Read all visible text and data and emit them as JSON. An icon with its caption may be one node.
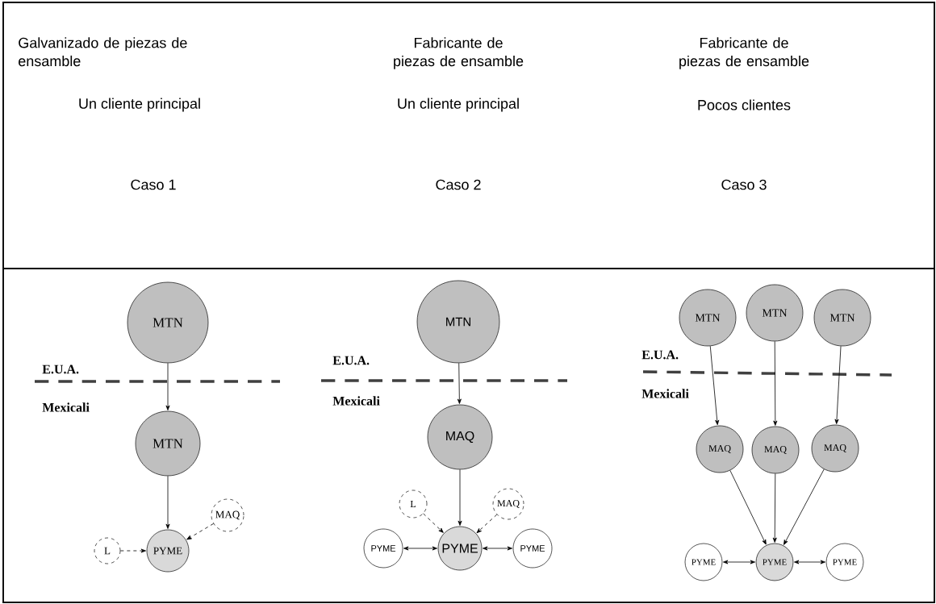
{
  "diagram": {
    "nodes": [
      {
        "text": [
          "MTN"
        ]
      },
      {
        "text": [
          "MTN"
        ]
      },
      {
        "text": [
          "MAQ"
        ]
      },
      {
        "text": [
          "L"
        ]
      },
      {
        "text": [
          "PYME"
        ]
      },
      {
        "text": [
          "MTN"
        ]
      },
      {
        "text": [
          "MAQ"
        ]
      },
      {
        "text": [
          "L"
        ]
      },
      {
        "text": [
          "MAQ"
        ]
      },
      {
        "text": [
          "PYME"
        ]
      },
      {
        "text": [
          "PYME"
        ]
      },
      {
        "text": [
          "PYME"
        ]
      },
      {
        "text": [
          "MTN"
        ]
      },
      {
        "text": [
          "MTN"
        ]
      },
      {
        "text": [
          "MTN"
        ]
      },
      {
        "text": [
          "MAQ"
        ]
      },
      {
        "text": [
          "MAQ"
        ]
      },
      {
        "text": [
          "MAQ"
        ]
      },
      {
        "text": [
          "PYME"
        ]
      },
      {
        "text": [
          "PYME"
        ]
      },
      {
        "text": [
          "PYME"
        ]
      }
    ],
    "edges": [
      {
        "from": 0,
        "to": 1,
        "arrow": "to"
      },
      {
        "from": 1,
        "to": 4,
        "arrow": "to"
      },
      {
        "from": 3,
        "to": 4,
        "arrow": "to",
        "style": "dashed"
      },
      {
        "from": 2,
        "to": 4,
        "arrow": "to",
        "style": "dashed"
      },
      {
        "from": 5,
        "to": 6,
        "arrow": "to"
      },
      {
        "from": 6,
        "to": 10,
        "arrow": "to"
      },
      {
        "from": 7,
        "to": 10,
        "arrow": "to",
        "style": "dashed"
      },
      {
        "from": 8,
        "to": 10,
        "arrow": "to",
        "style": "dashed"
      },
      {
        "from": 9,
        "to": 10,
        "arrow": "both"
      },
      {
        "from": 10,
        "to": 11,
        "arrow": "both"
      },
      {
        "from": 12,
        "to": 15,
        "arrow": "to"
      },
      {
        "from": 13,
        "to": 16,
        "arrow": "to"
      },
      {
        "from": 14,
        "to": 17,
        "arrow": "to"
      },
      {
        "from": 15,
        "to": 19,
        "arrow": "to"
      },
      {
        "from": 16,
        "to": 19,
        "arrow": "to"
      },
      {
        "from": 17,
        "to": 19,
        "arrow": "to"
      },
      {
        "from": 18,
        "to": 19,
        "arrow": "both"
      },
      {
        "from": 19,
        "to": 20,
        "arrow": "both"
      }
    ],
    "labels": [
      "Galvanizado de piezas de ensamble",
      "Fabricante de piezas de ensamble",
      "Fabricante de piezas de ensamble",
      "Un cliente principal",
      "Un cliente principal",
      "Pocos clientes",
      "Caso 1",
      "Caso 2",
      "Caso 3",
      "E.U.A.",
      "Mexicali",
      "E.U.A.",
      "Mexicali",
      "E.U.A.",
      "Mexicali"
    ]
  }
}
